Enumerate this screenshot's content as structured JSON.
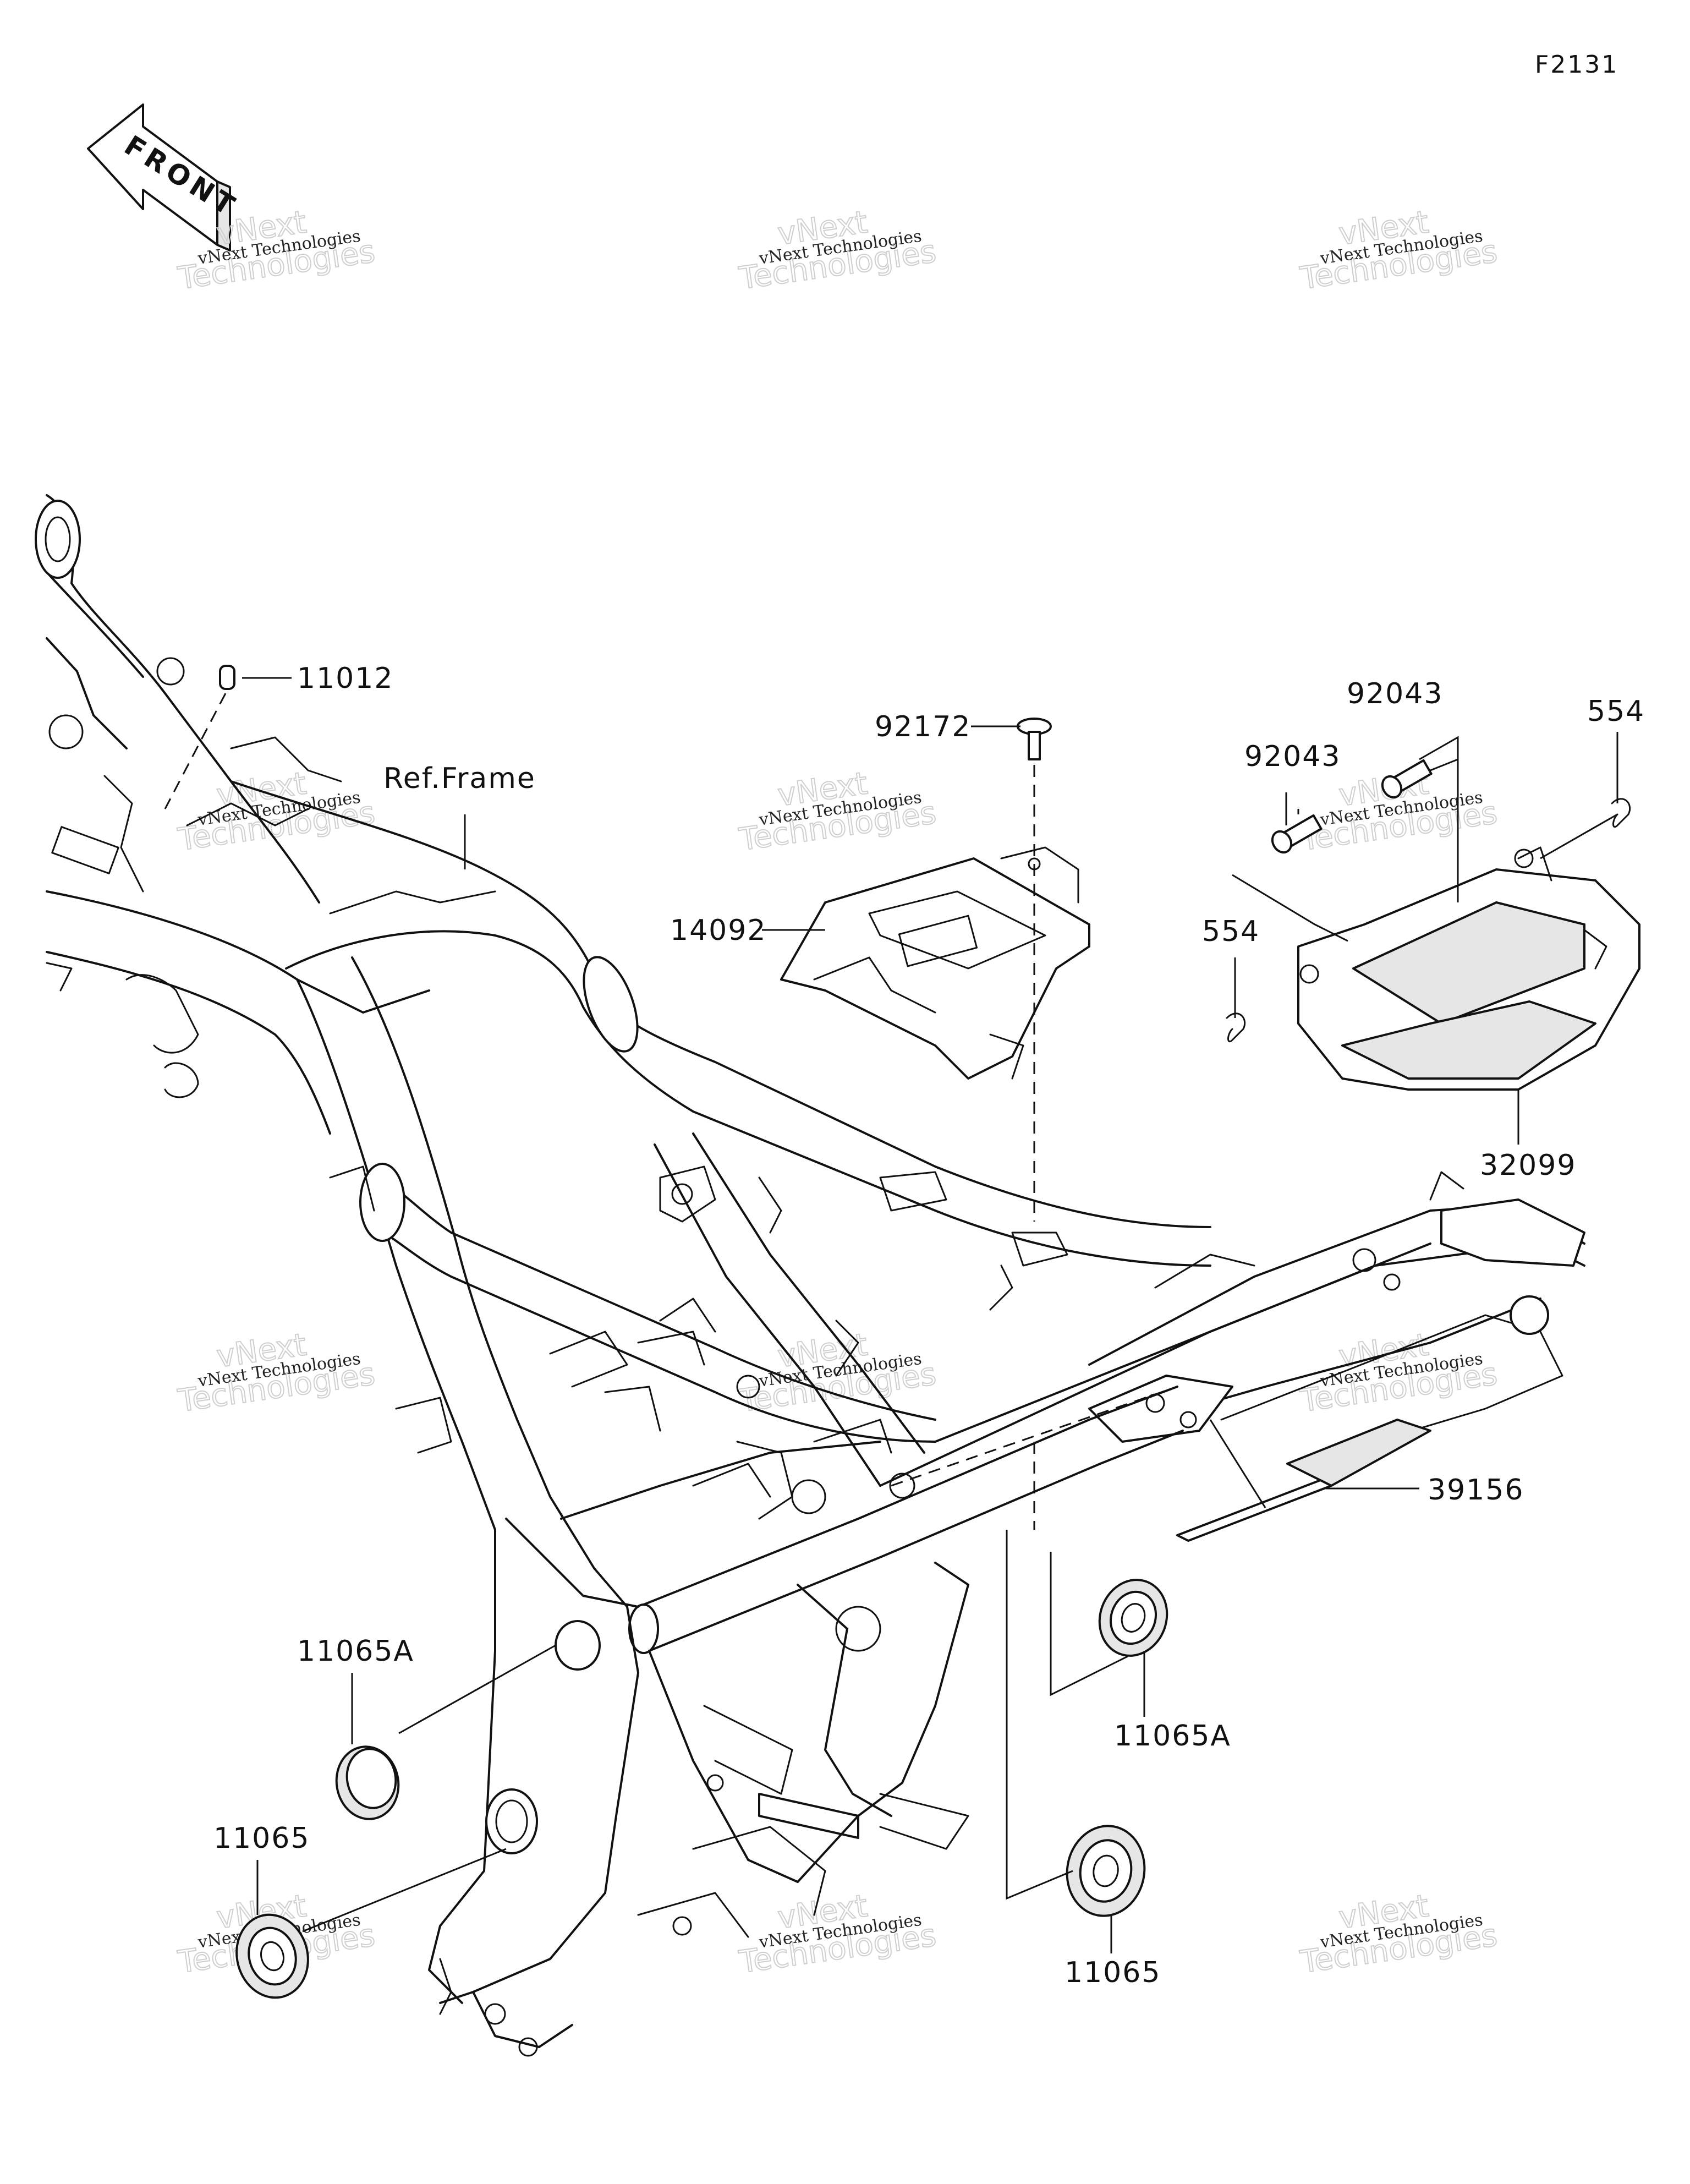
{
  "figure_code": "F2131",
  "front_badge": {
    "text": "FRONT",
    "icon": "front-direction-arrow-icon"
  },
  "reference": {
    "frame_label": "Ref.Frame"
  },
  "parts": [
    {
      "id": "p-11012",
      "number": "11012"
    },
    {
      "id": "p-92172",
      "number": "92172"
    },
    {
      "id": "p-14092",
      "number": "14092"
    },
    {
      "id": "p-92043a",
      "number": "92043"
    },
    {
      "id": "p-92043b",
      "number": "92043"
    },
    {
      "id": "p-554a",
      "number": "554"
    },
    {
      "id": "p-554b",
      "number": "554"
    },
    {
      "id": "p-32099",
      "number": "32099"
    },
    {
      "id": "p-39156",
      "number": "39156"
    },
    {
      "id": "p-11065A1",
      "number": "11065A"
    },
    {
      "id": "p-11065A2",
      "number": "11065A"
    },
    {
      "id": "p-11065a",
      "number": "11065"
    },
    {
      "id": "p-11065b",
      "number": "11065"
    }
  ],
  "watermark": {
    "line1": "vNext Technologies",
    "line2": "Technologies",
    "line3": "vNext"
  }
}
